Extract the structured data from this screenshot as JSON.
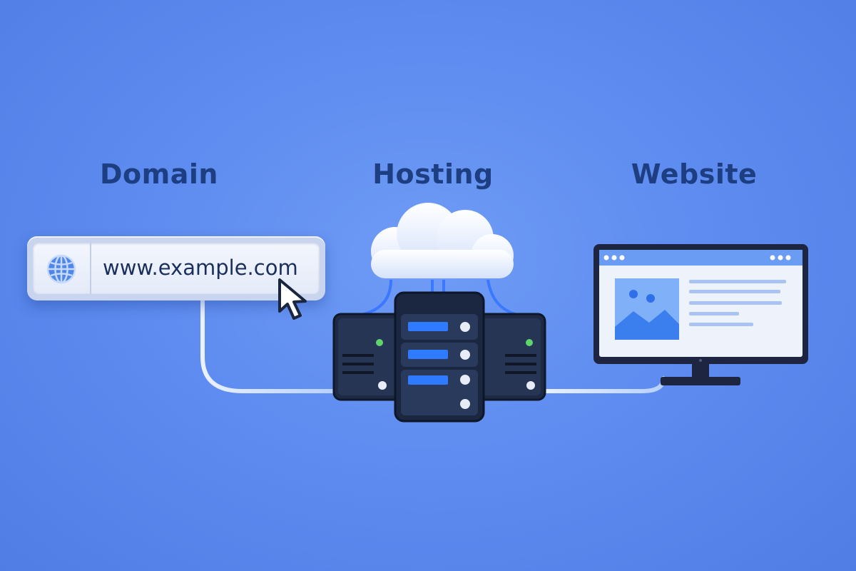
{
  "labels": {
    "domain": "Domain",
    "hosting": "Hosting",
    "website": "Website"
  },
  "url_bar": {
    "text": "www.example.com",
    "icon": "globe-icon"
  },
  "icons": [
    "globe-icon",
    "cursor-icon",
    "cloud-icon",
    "server-rack-icon",
    "monitor-icon",
    "image-placeholder-icon"
  ],
  "colors": {
    "background": "#5e8cf0",
    "title": "#1d3f82",
    "server_body": "#1e2a44",
    "server_accent": "#2f7bff",
    "led_green": "#5fd46a",
    "cable": "#dce8ff"
  }
}
